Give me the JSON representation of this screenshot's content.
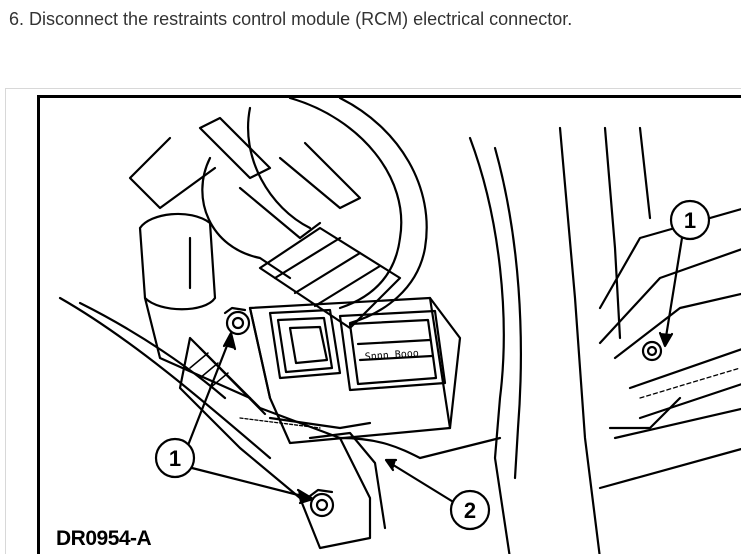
{
  "step": {
    "text": "6. Disconnect the restraints control module (RCM) electrical connector."
  },
  "figure": {
    "code": "DR0954-A",
    "callouts": [
      {
        "label": "1"
      },
      {
        "label": "1"
      },
      {
        "label": "2"
      }
    ],
    "connector_lettering": "Snnn Booo"
  },
  "colors": {
    "text": "#333333",
    "line": "#000000",
    "background": "#ffffff"
  }
}
